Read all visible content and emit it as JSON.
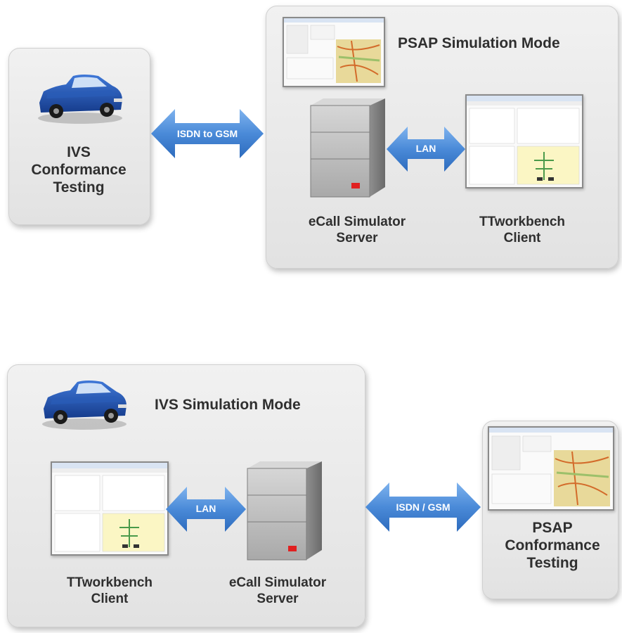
{
  "top": {
    "ivs_label": [
      "IVS",
      "Conformance",
      "Testing"
    ],
    "link_label": "ISDN to GSM",
    "mode_title": "PSAP Simulation Mode",
    "lan_label": "LAN",
    "server_label": [
      "eCall Simulator",
      "Server"
    ],
    "client_label": [
      "TTworkbench",
      "Client"
    ]
  },
  "bottom": {
    "mode_title": "IVS Simulation Mode",
    "lan_label": "LAN",
    "link_label": "ISDN / GSM",
    "client_label": [
      "TTworkbench",
      "Client"
    ],
    "server_label": [
      "eCall Simulator",
      "Server"
    ],
    "psap_label": [
      "PSAP",
      "Conformance",
      "Testing"
    ]
  },
  "colors": {
    "arrow": "#4a8ad8",
    "car": "#1f4fa8",
    "panel": "#e6e6e6",
    "text": "#2f2f2f"
  }
}
